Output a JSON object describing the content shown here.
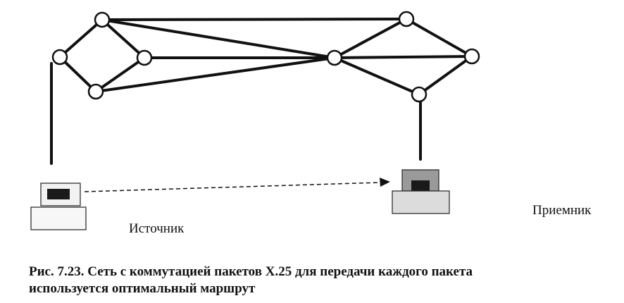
{
  "labels": {
    "source": "Источник",
    "receiver": "Приемник"
  },
  "caption": {
    "line1": "Рис. 7.23. Сеть с коммутацией пакетов X.25 для передачи каждого пакета",
    "line2": "используется оптимальный маршрут"
  },
  "icons": {
    "source": "computer-icon",
    "receiver": "computer-icon"
  },
  "colors": {
    "line": "#111111",
    "node_fill": "#ffffff",
    "computer_body": "#dcdcdc",
    "screen": "#1a1a1a"
  }
}
